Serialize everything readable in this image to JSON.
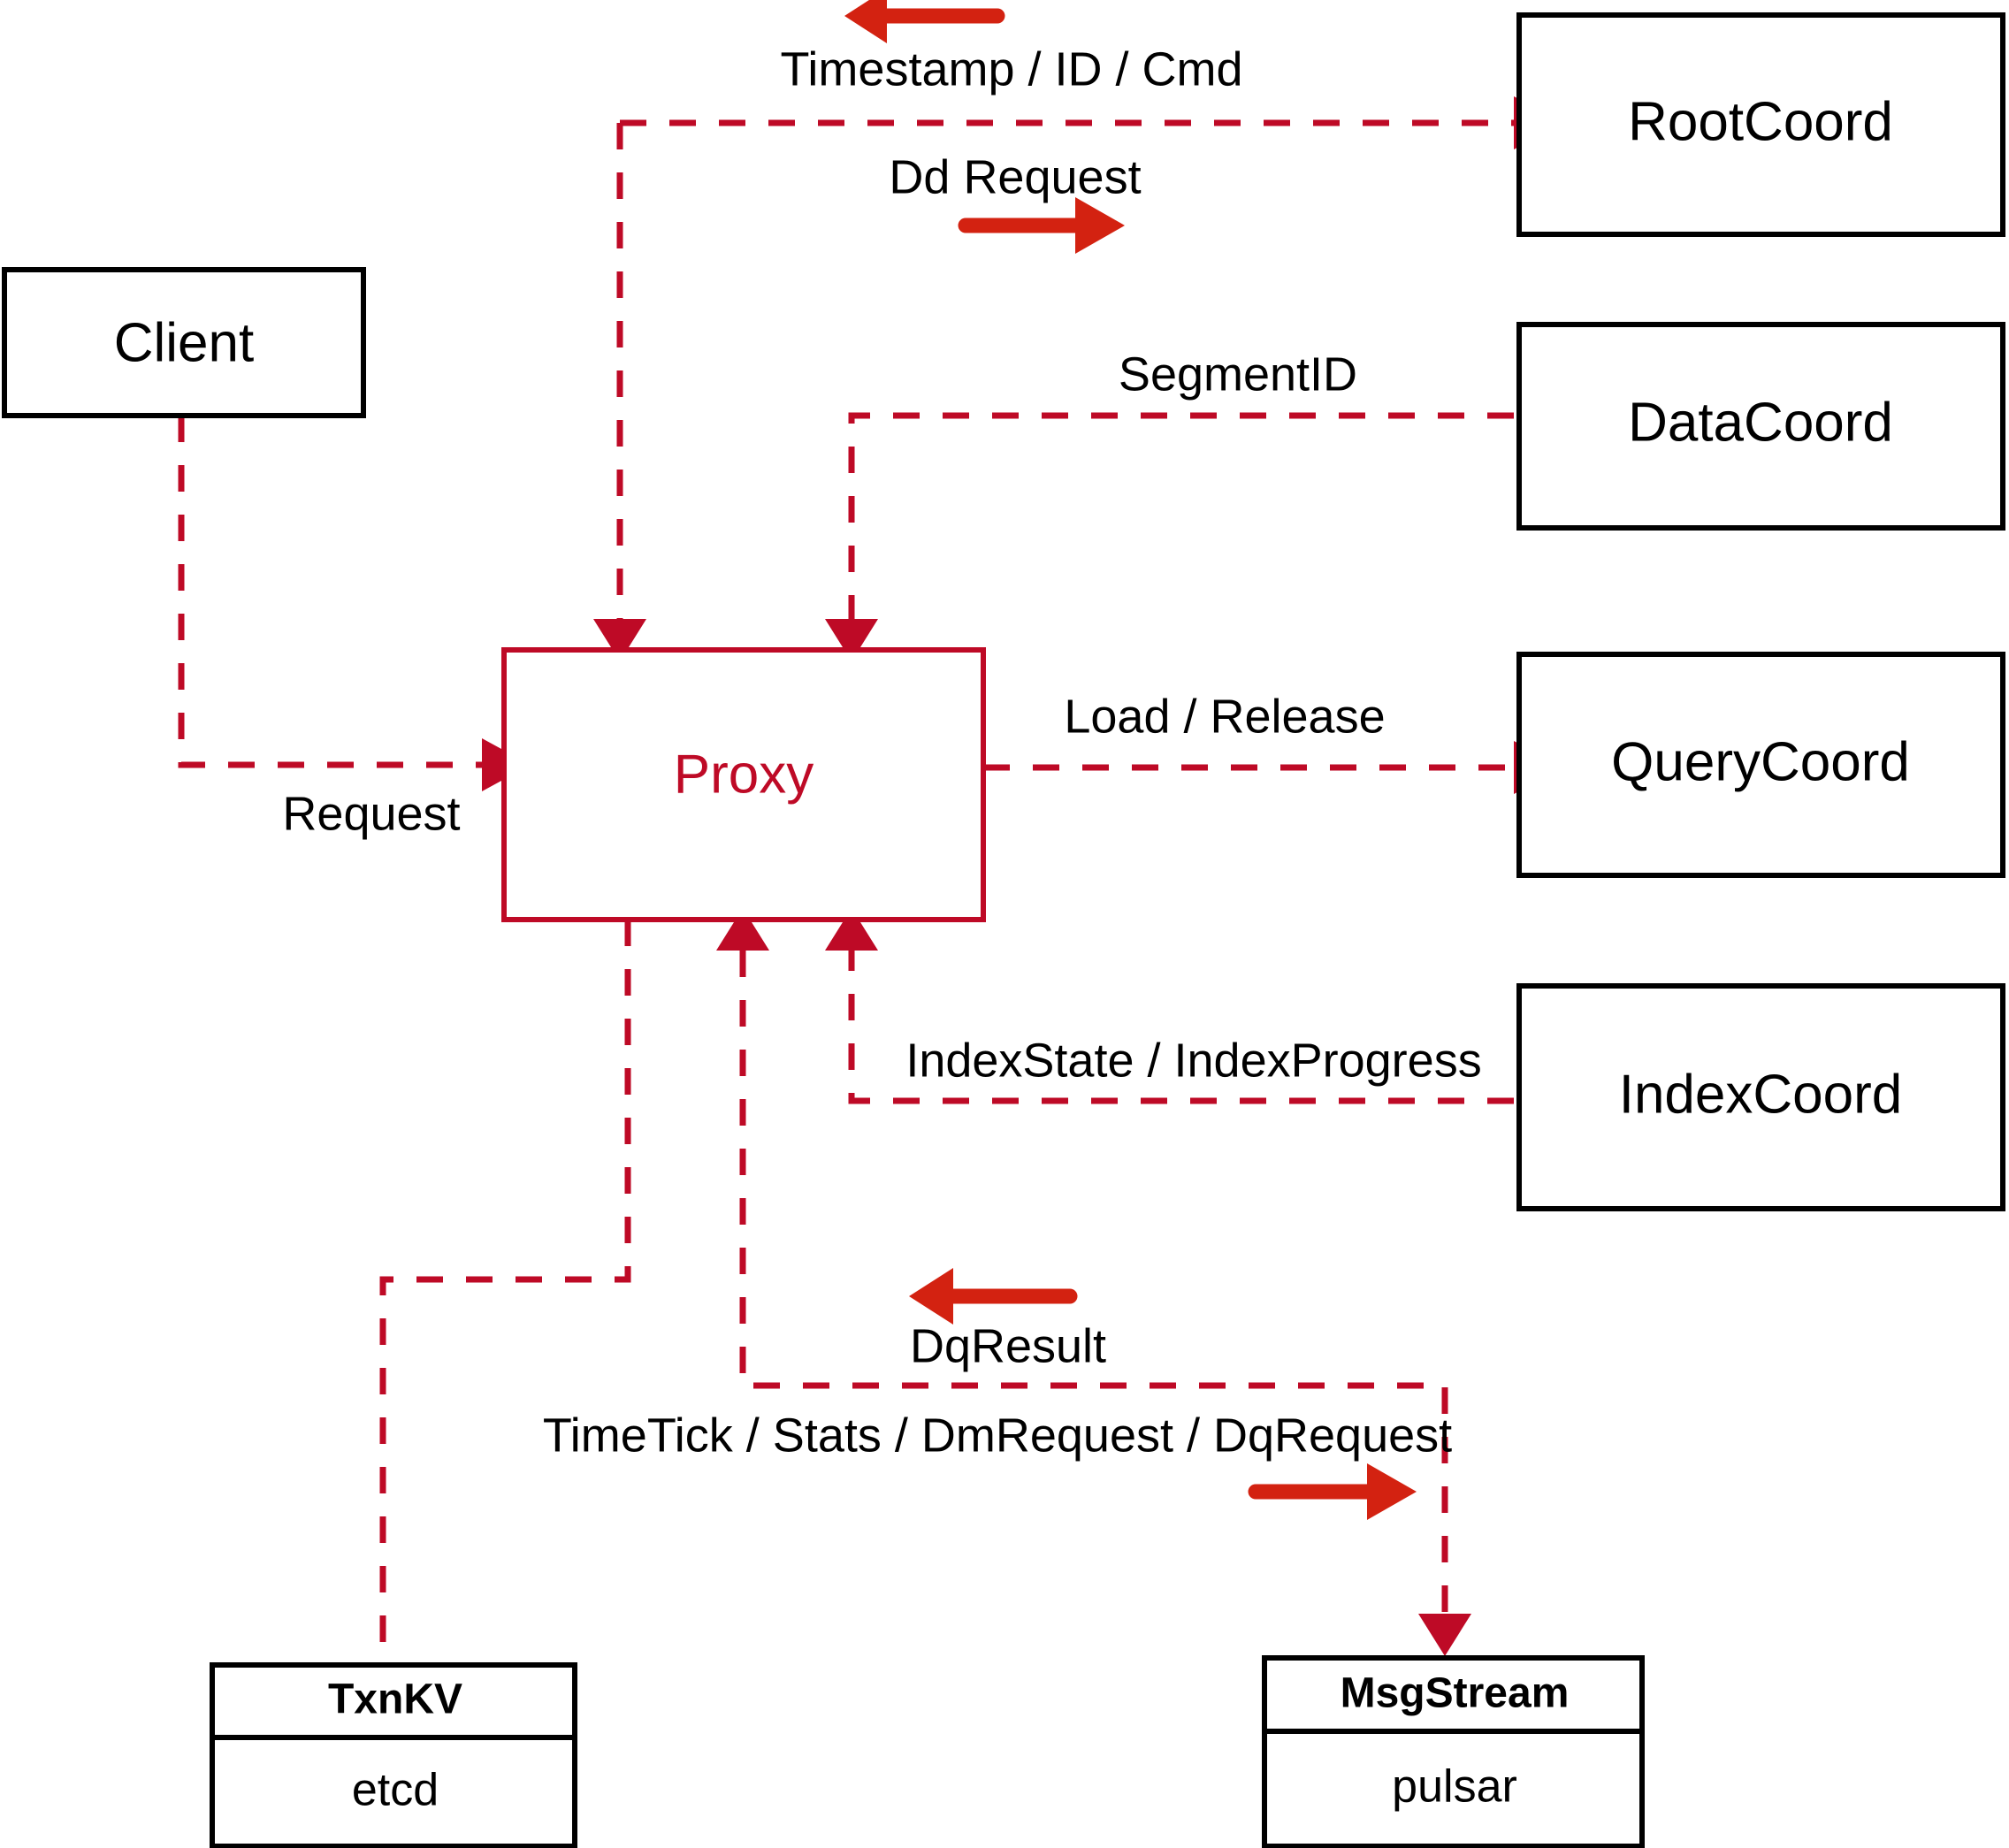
{
  "diagram": {
    "title": "Proxy component interaction diagram",
    "accent_color": "#BE0A26",
    "arrow_color": "#D32211",
    "node_border_color": "#000000",
    "background_color": "#ffffff"
  },
  "nodes": {
    "client": {
      "label": "Client"
    },
    "proxy": {
      "label": "Proxy"
    },
    "root_coord": {
      "label": "RootCoord"
    },
    "data_coord": {
      "label": "DataCoord"
    },
    "query_coord": {
      "label": "QueryCoord"
    },
    "index_coord": {
      "label": "IndexCoord"
    },
    "txnkv": {
      "label": "TxnKV",
      "impl": "etcd"
    },
    "msgstream": {
      "label": "MsgStream",
      "impl": "pulsar"
    }
  },
  "edges": {
    "timestamp_id_cmd": {
      "label": "Timestamp / ID / Cmd",
      "direction": "left"
    },
    "dd_request": {
      "label": "Dd Request",
      "direction": "right"
    },
    "segment_id": {
      "label": "SegmentID",
      "direction": "left"
    },
    "load_release": {
      "label": "Load / Release",
      "direction": "right"
    },
    "index_state_progress": {
      "label": "IndexState / IndexProgress",
      "direction": "left"
    },
    "request": {
      "label": "Request",
      "direction": "right"
    },
    "dq_result": {
      "label": "DqResult",
      "direction": "left"
    },
    "timetick_stats": {
      "label": "TimeTick / Stats / DmRequest / DqRequest",
      "direction": "right"
    }
  }
}
